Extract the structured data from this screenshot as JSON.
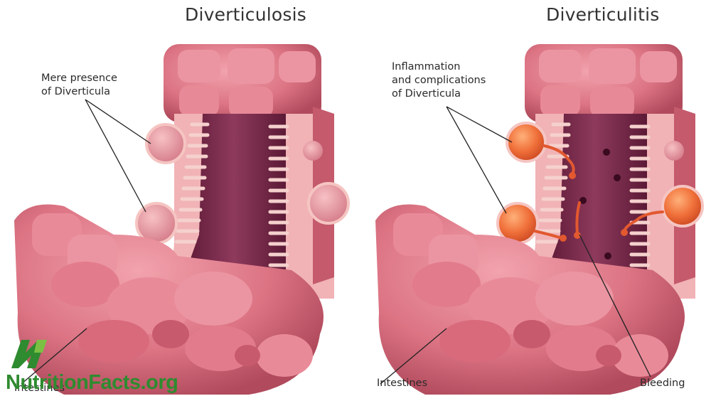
{
  "diagram": {
    "left_panel": {
      "title": "Diverticulosis",
      "callout": "Mere presence\nof Diverticula",
      "bottom_label": "Intestines"
    },
    "right_panel": {
      "title": "Diverticulitis",
      "callout": "Inflammation\nand complications\nof Diverticula",
      "bottom_left_label": "Intestines",
      "bottom_right_label": "Bleeding"
    },
    "watermark": "NutritionFacts.org",
    "colors": {
      "tissue": "#d96f80",
      "tissue_light": "#ee9eaa",
      "tissue_dark": "#b24b5d",
      "lumen": "#7a2a4a",
      "lining": "#f5c3c0",
      "inflamed": "#f0703a",
      "logo_green": "#2e8b2f"
    }
  }
}
